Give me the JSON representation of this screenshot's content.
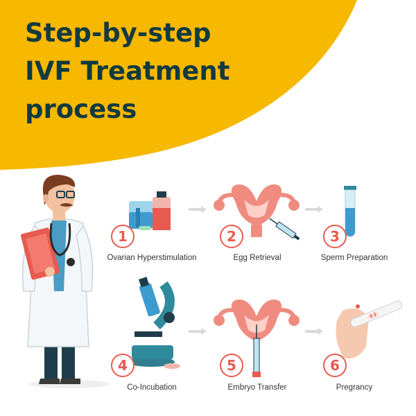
{
  "title": {
    "line1": "Step-by-step",
    "line2": "IVF Treatment",
    "line3": "process"
  },
  "colors": {
    "banner": "#f7b800",
    "title_text": "#123a40",
    "accent_red": "#e85a4f",
    "teal": "#2f8a9c",
    "arrow": "#d9d9d9"
  },
  "steps": [
    {
      "number": "1",
      "label": "Ovarian Hyperstimulation",
      "icon": "medication-bottles-icon"
    },
    {
      "number": "2",
      "label": "Egg Retrieval",
      "icon": "uterus-syringe-icon"
    },
    {
      "number": "3",
      "label": "Sperm Preparation",
      "icon": "test-tube-icon"
    },
    {
      "number": "4",
      "label": "Co-Incubation",
      "icon": "microscope-icon"
    },
    {
      "number": "5",
      "label": "Embryo Transfer",
      "icon": "uterus-transfer-icon"
    },
    {
      "number": "6",
      "label": "Pregrancy",
      "icon": "pregnancy-test-icon"
    }
  ]
}
